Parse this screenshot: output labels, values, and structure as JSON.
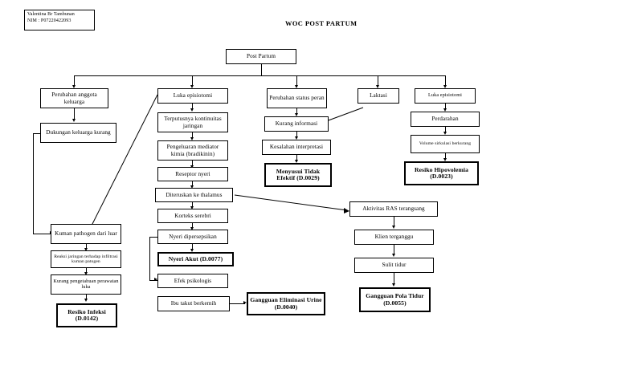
{
  "document": {
    "title": "WOC POST PARTUM",
    "author_box": {
      "name": "Valentina Br Tambunan",
      "nim": "NIM : P07220422093"
    }
  },
  "nodes": {
    "post_partum": "Post Partum",
    "perubahan_anggota_keluarga": "Perubahan anggota keluarga",
    "luka_episiotomi_left": "Luka episiotomi",
    "perubahan_status_peran": "Perubahan status peran",
    "laktasi": "Laktasi",
    "luka_episiotomi_right": "Luka episiotomi",
    "dukungan_keluarga_kurang": "Dukungan keluarga kurang",
    "terputusnya_kontinuitas": "Terputusnya kontinuitas jaringan",
    "kurang_informasi": "Kurang informasi",
    "perdarahan": "Perdarahan",
    "pengeluaran_mediator": "Pengeluaran mediator kimia (bradikinin)",
    "kesalahan_interpretasi": "Kesalahan interpretasi",
    "volume_sirkulasi": "Volume sirkulasi berkurang",
    "reseptor_nyeri": "Reseptor nyeri",
    "menyusui_tidak_efektif": "Menyusui Tidak Efektif (D.0029)",
    "resiko_hipovolemia": "Resiko Hipovolemia (D.0023)",
    "diteruskan_ke_thalamus": "Diteruskan ke thalamus",
    "aktivitas_ras": "Aktivitas RAS terangsang",
    "korteks_serebri": "Korteks serebri",
    "kuman_pathogen": "Kuman pathogen dari luar",
    "nyeri_dipersepsikan": "Nyeri dipersepsikan",
    "klien_terganggu": "Klien terganggu",
    "reaksi_jaringan": "Reaksi jaringan terhadap infiltrasi kuman patogen",
    "nyeri_akut": "Nyeri Akut (D.0077)",
    "sulit_tidur": "Sulit tidur",
    "kurang_pengetahuan": "Kurang pengetahuan perawatan luka",
    "efek_psikologis": "Efek psikologis",
    "ibu_takut_berkemih": "Ibu takut berkemih",
    "gangguan_eliminasi_urine": "Gangguan Eliminasi Urine (D.0040)",
    "gangguan_pola_tidur": "Gangguan Pola Tidur (D.0055)",
    "resiko_infeksi": "Resiko Infeksi (D.0142)"
  },
  "colors": {
    "stroke": "#000000",
    "fill": "#ffffff",
    "text": "#000000"
  }
}
